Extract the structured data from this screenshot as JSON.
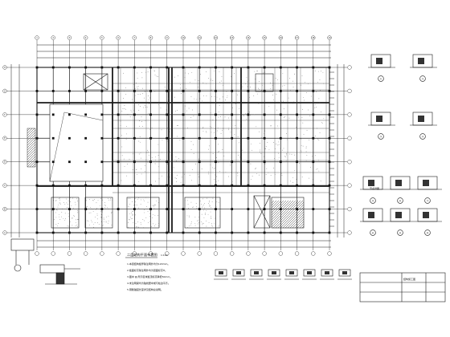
{
  "drawing": {
    "plan_title": "二层结构平面布置图",
    "plan_scale": "1:100",
    "notes": [
      "1.本层结构板厚除注明外均为120mm。",
      "2.板面标高除注明外均为层面标高H。",
      "3.图中 ▨ 所示区域板顶标高降低50mm。",
      "4.未注明梁均为轴线居中或与柱边平齐。",
      "5.钢筋锚固长度详见结构总说明。"
    ],
    "col_axes": [
      "1",
      "2",
      "3",
      "4",
      "5",
      "6",
      "7",
      "8",
      "9",
      "10",
      "11",
      "12",
      "13",
      "14",
      "15",
      "16",
      "17",
      "18",
      "19"
    ],
    "row_axes": [
      "A",
      "B",
      "C",
      "D",
      "E",
      "F",
      "G",
      "H"
    ],
    "section_marks": [
      "①",
      "②",
      "③",
      "④",
      "⑤",
      "⑥",
      "⑦",
      "⑧",
      "⑨",
      "⑩"
    ],
    "detail_caption": "节点详图",
    "title_block_label": "结构施工图"
  },
  "colors": {
    "line": "#1a1a1a",
    "paper": "#ffffff",
    "hatch": "#3a3a3a"
  }
}
